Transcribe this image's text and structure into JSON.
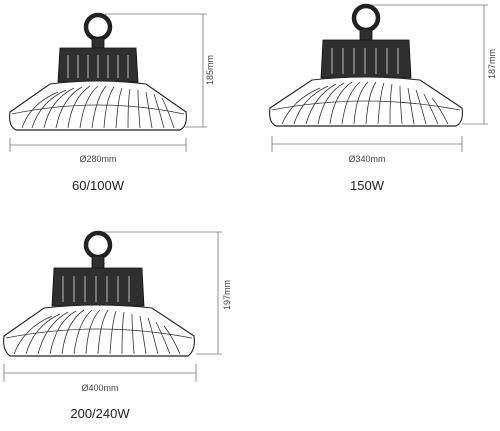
{
  "lamps": [
    {
      "diameter_label": "Ø280mm",
      "height_label": "185mm",
      "wattage_label": "60/100W"
    },
    {
      "diameter_label": "Ø340mm",
      "height_label": "187mm",
      "wattage_label": "150W"
    },
    {
      "diameter_label": "Ø400mm",
      "height_label": "197mm",
      "wattage_label": "200/240W"
    }
  ]
}
